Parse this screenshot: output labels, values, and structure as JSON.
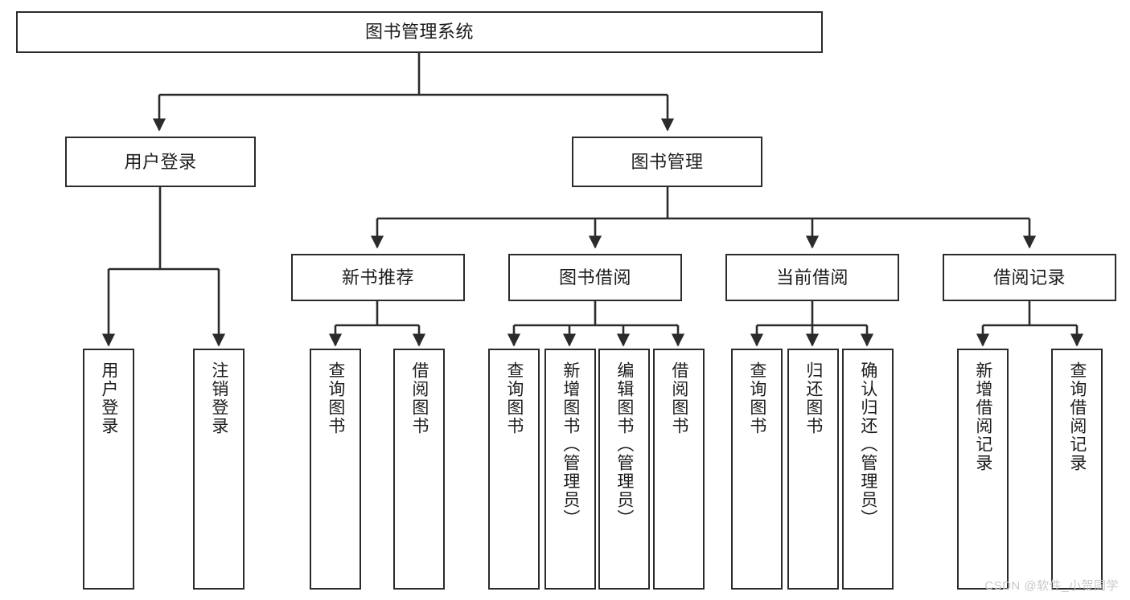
{
  "diagram": {
    "title": "图书管理系统",
    "watermark": "CSDN @软件_小贺同学",
    "stroke_color": "#2b2b2b",
    "text_color": "#1c1c1c",
    "background": "#ffffff"
  },
  "nodes": {
    "root": {
      "label": "图书管理系统"
    },
    "level2": [
      {
        "label": "用户登录"
      },
      {
        "label": "图书管理"
      }
    ],
    "level3": [
      {
        "label": "新书推荐"
      },
      {
        "label": "图书借阅"
      },
      {
        "label": "当前借阅"
      },
      {
        "label": "借阅记录"
      }
    ],
    "leaves": {
      "user_login": [
        {
          "label": "用户登录"
        },
        {
          "label": "注销登录"
        }
      ],
      "new_book": [
        {
          "label": "查询图书"
        },
        {
          "label": "借阅图书"
        }
      ],
      "book_borrow": [
        {
          "label": "查询图书"
        },
        {
          "label": "新增图书（管理员）"
        },
        {
          "label": "编辑图书（管理员）"
        },
        {
          "label": "借阅图书"
        }
      ],
      "current_borrow": [
        {
          "label": "查询图书"
        },
        {
          "label": "归还图书"
        },
        {
          "label": "确认归还（管理员）"
        }
      ],
      "borrow_record": [
        {
          "label": "新增借阅记录"
        },
        {
          "label": "查询借阅记录"
        }
      ]
    }
  }
}
